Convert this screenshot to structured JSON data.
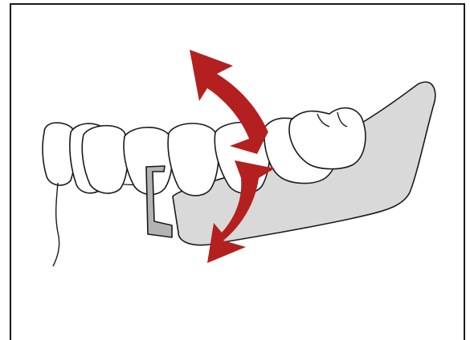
{
  "figure": {
    "subject": "dental-arch-with-clasp-and-rotation-arrows",
    "colors": {
      "background": "#ffffff",
      "frame": "#1a1a1a",
      "outline": "#1a1a1a",
      "tooth_fill": "#ffffff",
      "gum_fill": "#d9d9d9",
      "clasp_fill": "#b3b3b3",
      "arrow_fill": "#b3201f"
    },
    "icons": [
      "double-headed-curved-arrow",
      "double-headed-curved-arrow"
    ]
  }
}
